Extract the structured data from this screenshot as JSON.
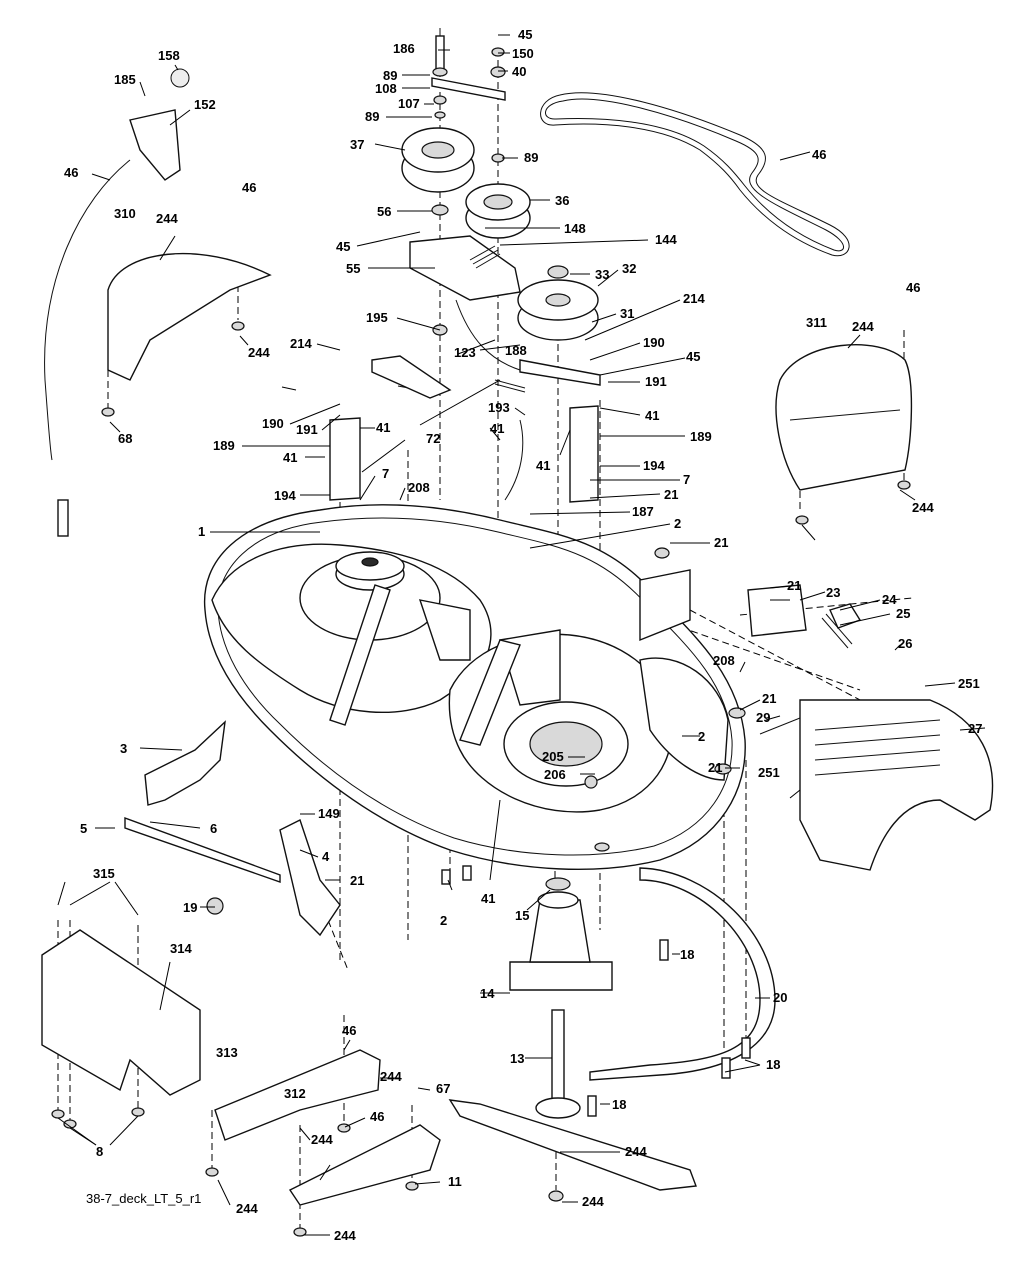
{
  "diagram": {
    "caption": "38-7_deck_LT_5_r1",
    "callouts": [
      "186",
      "45",
      "150",
      "89",
      "40",
      "108",
      "107",
      "89",
      "37",
      "89",
      "36",
      "56",
      "45",
      "148",
      "144",
      "55",
      "33",
      "32",
      "214",
      "31",
      "195",
      "188",
      "123",
      "214",
      "190",
      "45",
      "191",
      "41",
      "190",
      "191",
      "41",
      "72",
      "193",
      "41",
      "41",
      "189",
      "189",
      "41",
      "194",
      "7",
      "208",
      "194",
      "7",
      "21",
      "1",
      "187",
      "2",
      "21",
      "21",
      "23",
      "24",
      "25",
      "26",
      "251",
      "208",
      "21",
      "29",
      "27",
      "2",
      "3",
      "21",
      "205",
      "206",
      "251",
      "5",
      "6",
      "149",
      "4",
      "21",
      "2",
      "41",
      "15",
      "19",
      "18",
      "315",
      "314",
      "14",
      "20",
      "13",
      "18",
      "18",
      "46",
      "46",
      "313",
      "244",
      "46",
      "312",
      "244",
      "11",
      "244",
      "8",
      "244",
      "244",
      "244",
      "67",
      "158",
      "185",
      "152",
      "46",
      "46",
      "310",
      "244",
      "244",
      "68",
      "46",
      "46",
      "311",
      "244",
      "244"
    ]
  }
}
